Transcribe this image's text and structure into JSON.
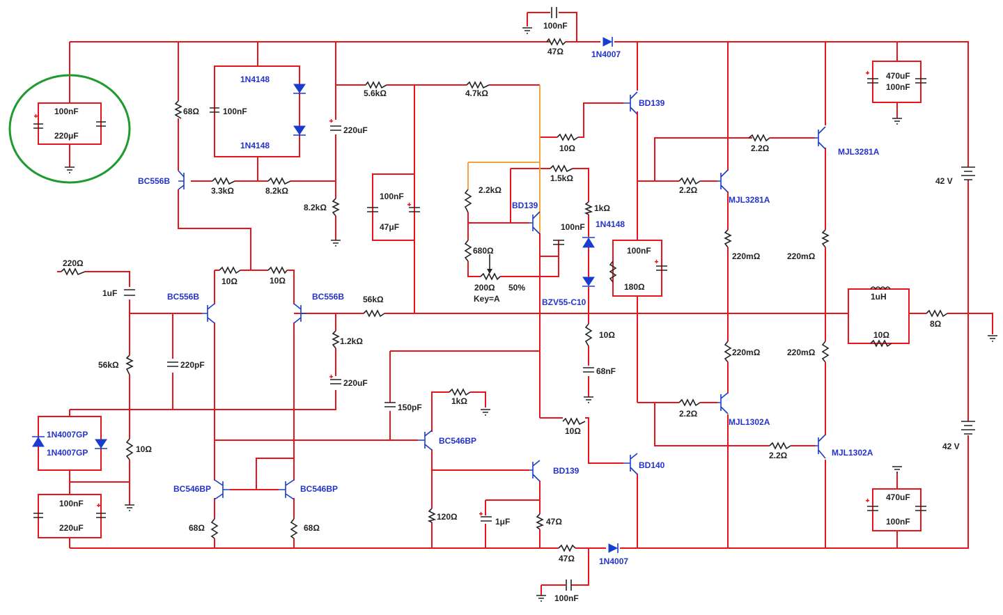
{
  "colors": {
    "wire": "#e8141c",
    "wire_orange": "#f2a33a",
    "component": "#222222",
    "part_blue": "#1a3ccc",
    "highlight": "#1e9a2e"
  },
  "labels": {
    "c_top_100n": "100nF",
    "r_top_47": "47Ω",
    "d_top_1n4007": "1N4007",
    "c_hl_100n": "100nF",
    "c_hl_220u": "220μF",
    "r_68": "68Ω",
    "d_1n4148_a": "1N4148",
    "c_100n_b": "100nF",
    "d_1n4148_b": "1N4148",
    "c_220u_a": "220uF",
    "r_5k6": "5.6kΩ",
    "r_4k7": "4.7kΩ",
    "q_bd139_top": "BD139",
    "r_10_a": "10Ω",
    "c_470u_top": "470uF",
    "c_100n_top_r": "100nF",
    "r_2r2_a": "2.2Ω",
    "q_mjl3281a_a": "MJL3281A",
    "q_bc556b_a": "BC556B",
    "r_3k3": "3.3kΩ",
    "r_8k2_a": "8.2kΩ",
    "r_8k2_b": "8.2kΩ",
    "c_100n_c": "100nF",
    "c_47u": "47μF",
    "r_2k2": "2.2kΩ",
    "q_bd139_mid": "BD139",
    "r_1k5": "1.5kΩ",
    "r_1k": "1kΩ",
    "c_100n_d": "100nF",
    "d_1n4148_c": "1N4148",
    "r_2r2_b": "2.2Ω",
    "q_mjl3281a_b": "MJL3281A",
    "v_42_top": "42 V",
    "r_220_in": "220Ω",
    "r_10_b": "10Ω",
    "r_10_c": "10Ω",
    "r_680": "680Ω",
    "pot_200": "200Ω",
    "pot_pct": "50%",
    "pot_key": "Key=A",
    "c_100n_e": "100nF",
    "r_180": "180Ω",
    "r_220m_a": "220mΩ",
    "r_220m_b": "220mΩ",
    "c_1u": "1uF",
    "q_bc556b_b": "BC556B",
    "q_bc556b_c": "BC556B",
    "r_56k_a": "56kΩ",
    "d_bzv55": "BZV55-C10",
    "l_1u": "1uH",
    "r_10_d": "10Ω",
    "r_8": "8Ω",
    "r_1k2": "1.2kΩ",
    "r_10_e": "10Ω",
    "r_56k_b": "56kΩ",
    "c_220p": "220pF",
    "c_220u_b": "220uF",
    "r_220m_c": "220mΩ",
    "r_220m_d": "220mΩ",
    "c_68n": "68nF",
    "c_150p": "150pF",
    "r_1k_b": "1kΩ",
    "r_2r2_c": "2.2Ω",
    "q_mjl1302a_a": "MJL1302A",
    "d_1n4007gp_a": "1N4007GP",
    "d_1n4007gp_b": "1N4007GP",
    "q_bc546bp_a": "BC546BP",
    "r_10_f": "10Ω",
    "r_10_g": "10Ω",
    "r_2r2_d": "2.2Ω",
    "q_mjl1302a_b": "MJL1302A",
    "v_42_bot": "42 V",
    "q_bd140": "BD140",
    "q_bd139_bot": "BD139",
    "c_100n_f": "100nF",
    "c_220u_c": "220uF",
    "q_bc546bp_b": "BC546BP",
    "q_bc546bp_c": "BC546BP",
    "r_120": "120Ω",
    "c_1u_b": "1μF",
    "r_47_b": "47Ω",
    "c_470u_bot": "470uF",
    "c_100n_bot_r": "100nF",
    "r_68_b": "68Ω",
    "r_68_c": "68Ω",
    "r_47_c": "47Ω",
    "d_bot_1n4007": "1N4007",
    "c_bot_100n": "100nF"
  }
}
